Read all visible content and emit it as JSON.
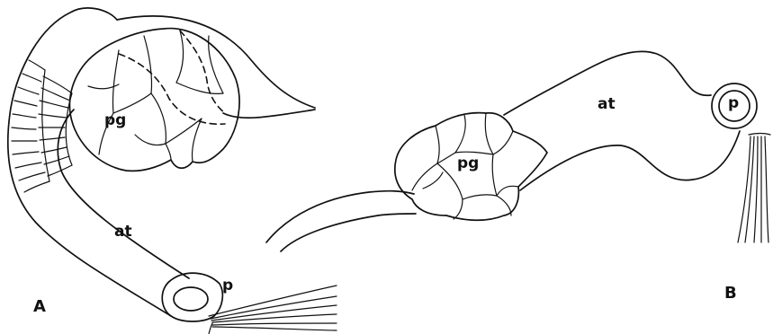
{
  "figure_a": {
    "panel_label": "A",
    "labels": {
      "pg": "pg",
      "at": "at",
      "p": "p"
    }
  },
  "figure_b": {
    "panel_label": "B",
    "labels": {
      "pg": "pg",
      "at": "at",
      "p": "p"
    }
  },
  "colors": {
    "ink": "#111111",
    "background": "#ffffff"
  }
}
